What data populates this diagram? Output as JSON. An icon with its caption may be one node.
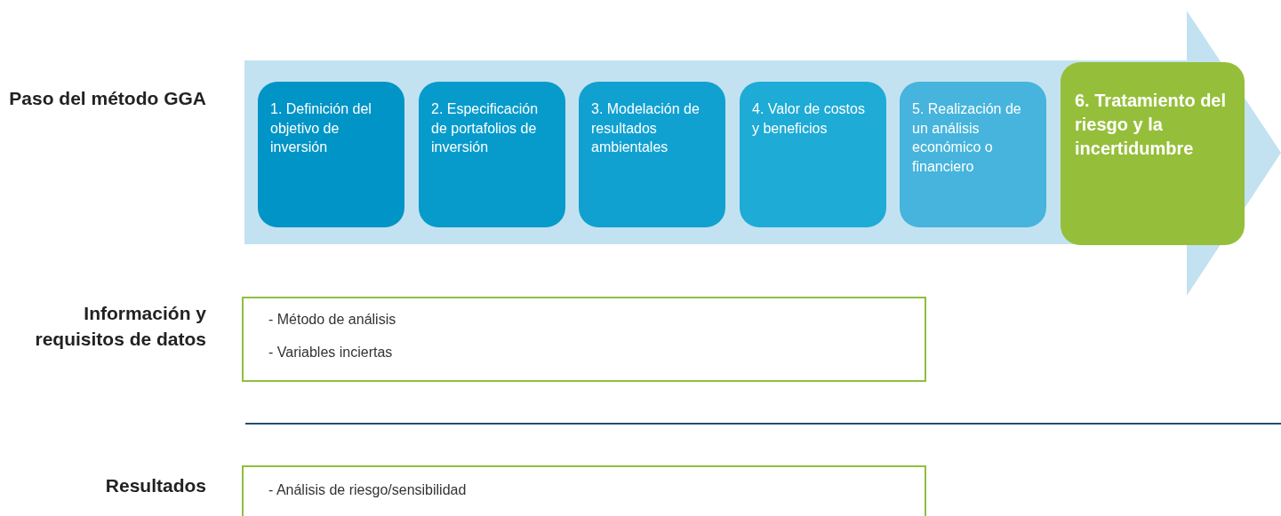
{
  "diagram": {
    "nodes": [
      {
        "text": [],
        "shape": "arrow"
      },
      {
        "text": [
          "1. Definición del objetivo de inversión"
        ],
        "in": 0
      },
      {
        "text": [
          "2. Especificación de portafolios de inversión"
        ],
        "in": 0
      },
      {
        "text": [
          "3. Modelación de resultados ambientales"
        ],
        "in": 0
      },
      {
        "text": [
          "4. Valor de costos y beneficios"
        ],
        "in": 0
      },
      {
        "text": [
          "5. Realización de un análisis económico o financiero"
        ],
        "in": 0
      },
      {
        "text": [
          "6. Tratamiento del riesgo y la incertidumbre"
        ],
        "in": 0
      },
      {
        "text": [
          "- Método de análisis",
          "- Variables inciertas"
        ]
      },
      {
        "text": [
          "- Análisis de riesgo/sensibilidad"
        ]
      }
    ],
    "edges": [],
    "labels": [
      "Paso del método GGA",
      "Información y requisitos de datos",
      "Resultados"
    ]
  }
}
